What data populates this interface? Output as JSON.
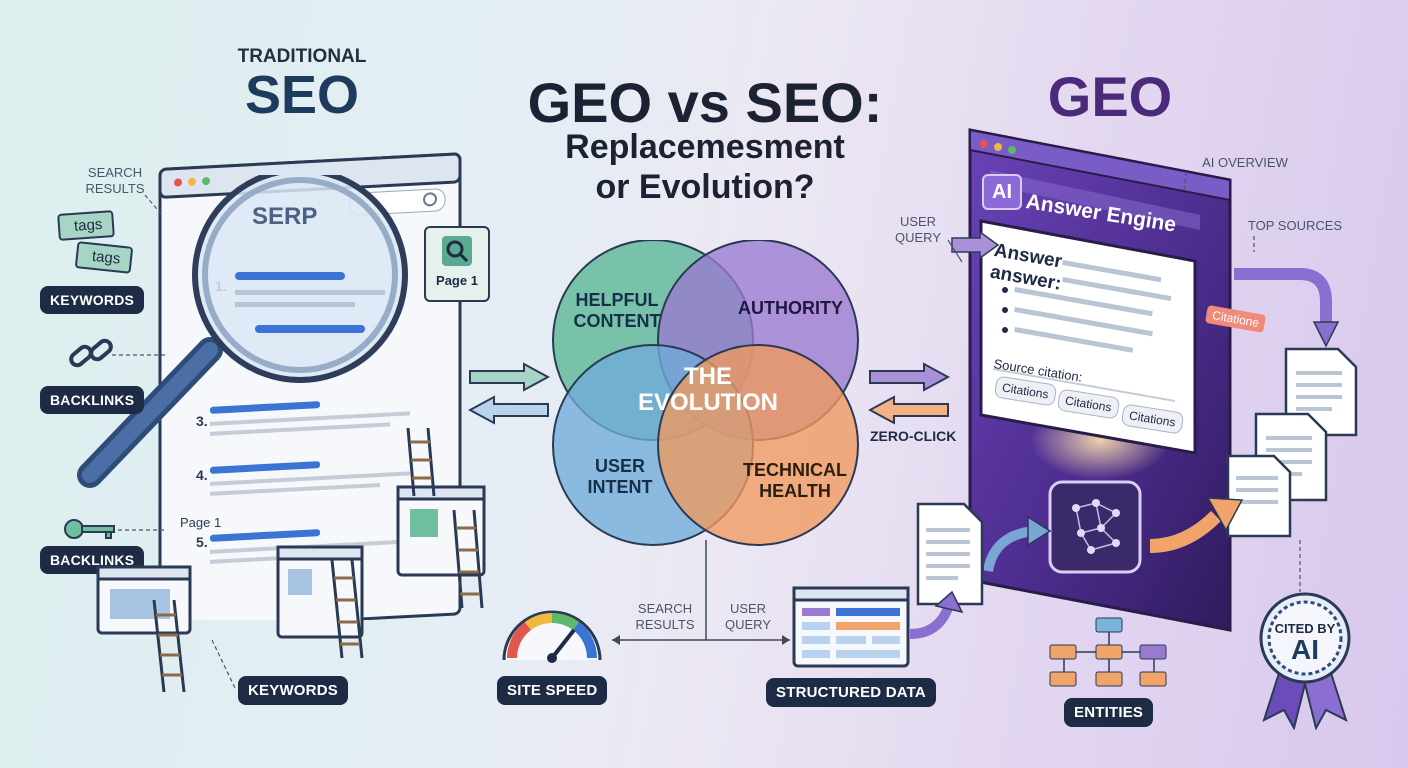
{
  "titles": {
    "left_small": "TRADITIONAL",
    "left_big": "SEO",
    "center_main": "GEO vs SEO:",
    "center_sub_1": "Replacemesment",
    "center_sub_2": "or Evolution?",
    "right_big": "GEO"
  },
  "left": {
    "search_results_label_1": "SEARCH",
    "search_results_label_2": "RESULTS",
    "tag_1": "tags",
    "tag_2": "tags",
    "keywords_pill": "KEYWORDS",
    "backlinks_pill_1": "BACKLINKS",
    "backlinks_pill_2": "BACKLINKS",
    "keywords_bottom": "KEYWORDS",
    "serp_title": "SERP",
    "page1_badge": "Page 1",
    "page1_label": "Page 1",
    "result_numbers": [
      "1.",
      "3.",
      "4.",
      "5."
    ]
  },
  "venn": {
    "helpful_1": "HELPFUL",
    "helpful_2": "CONTENT",
    "authority": "AUTHORITY",
    "user_intent_1": "USER",
    "user_intent_2": "INTENT",
    "tech_1": "TECHNICAL",
    "tech_2": "HEALTH",
    "center_1": "THE",
    "center_2": "EVOLUTION"
  },
  "center_bottom": {
    "search_results_1": "SEARCH",
    "search_results_2": "RESULTS",
    "user_query_1": "USER",
    "user_query_2": "QUERY",
    "site_speed": "SITE SPEED",
    "structured_data": "STRUCTURED DATA",
    "zero_click": "ZERO-CLICK"
  },
  "right": {
    "ai_overview": "AI OVERVIEW",
    "top_sources": "TOP SOURCES",
    "user_query_1": "USER",
    "user_query_2": "QUERY",
    "ai_badge": "AI",
    "answer_engine": "Answer Engine",
    "answer_1": "Answer",
    "answer_2": "answer:",
    "source_citation": "Source citation:",
    "citations": [
      "Citations",
      "Citations",
      "Citations"
    ],
    "citation_tag": "Citatione",
    "cited_by": "CITED BY",
    "cited_ai": "AI",
    "entities": "ENTITIES"
  },
  "colors": {
    "navy": "#1d2b44",
    "seo_title": "#1d3b5c",
    "geo_title": "#4b2a7a",
    "green": "#6dbfa0",
    "purple": "#9a7ad0",
    "blue": "#7bb3da",
    "orange": "#f0a46a"
  }
}
